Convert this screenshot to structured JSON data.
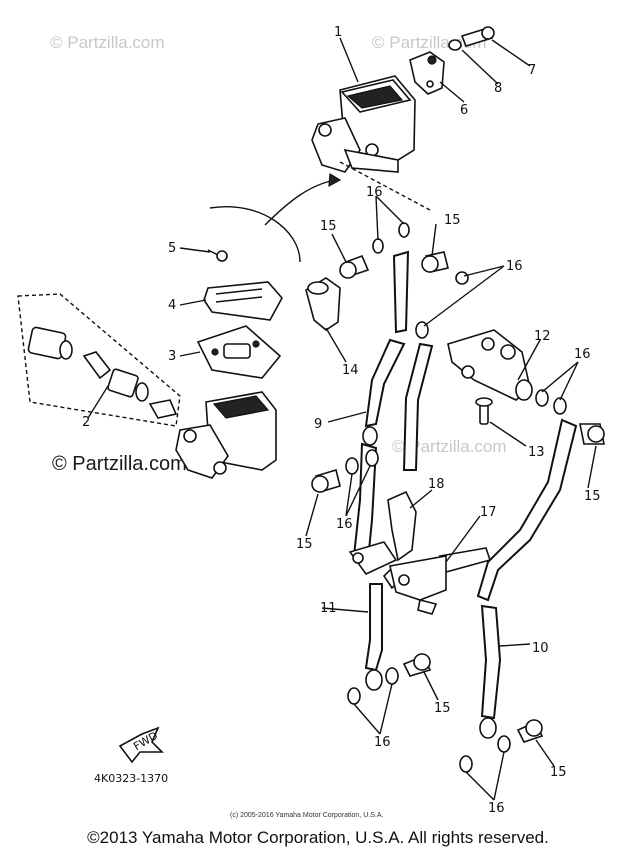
{
  "watermark": {
    "repeat": "© Partzilla.com",
    "main": "© Partzilla.com"
  },
  "callouts": {
    "c1": "1",
    "c2": "2",
    "c3": "3",
    "c4": "4",
    "c5": "5",
    "c6": "6",
    "c7": "7",
    "c8": "8",
    "c9": "9",
    "c10": "10",
    "c11": "11",
    "c12": "12",
    "c13": "13",
    "c14": "14",
    "c15": "15",
    "c16": "16",
    "c17": "17",
    "c18": "18"
  },
  "fwd_label": "FWD",
  "diagram_ref": "4K0323-1370",
  "small_copyright": "(c) 2005-2016 Yamaha Motor Corporation, U.S.A.",
  "footer_copyright": "©2013 Yamaha Motor Corporation, U.S.A. All rights reserved."
}
